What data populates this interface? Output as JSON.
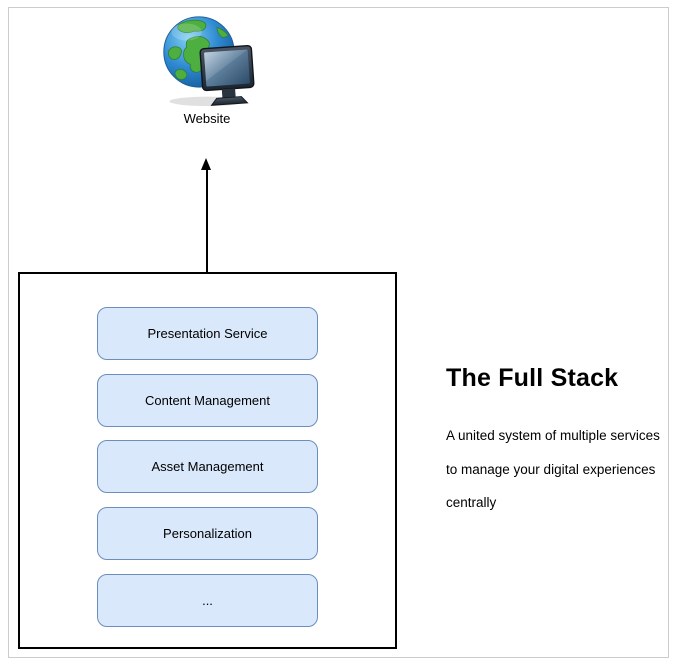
{
  "diagram": {
    "website": {
      "label": "Website"
    },
    "stack": {
      "items": [
        {
          "label": "Presentation Service"
        },
        {
          "label": "Content Management"
        },
        {
          "label": "Asset Management"
        },
        {
          "label": "Personalization"
        },
        {
          "label": "..."
        }
      ]
    },
    "side_text": {
      "heading": "The Full Stack",
      "description_lines": [
        "A united system of multiple services",
        "to manage your digital experiences",
        "centrally"
      ]
    }
  },
  "colors": {
    "stack_item_fill": "#dae8fc",
    "stack_item_border": "#6c8ebf",
    "container_border": "#000000",
    "frame_border": "#cccccc",
    "text": "#000000"
  }
}
